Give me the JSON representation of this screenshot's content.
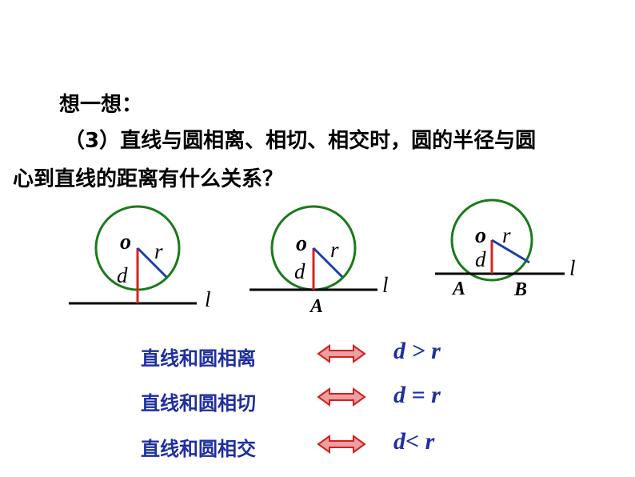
{
  "heading": "想一想：",
  "question_line1": "（3）直线与圆相离、相切、相交时，圆的半径与圆",
  "question_line2": "心到直线的距离有什么关系？",
  "figures": {
    "center_label": "o",
    "radius_label": "r",
    "distance_label": "d",
    "line_label": "l",
    "tangent_point": "A",
    "intersect_points": [
      "A",
      "B"
    ]
  },
  "relations": [
    {
      "text": "直线和圆相离",
      "symbol": "d > r"
    },
    {
      "text": "直线和圆相切",
      "symbol": "d = r"
    },
    {
      "text": "直线和圆相交",
      "symbol": "d< r"
    }
  ],
  "colors": {
    "circle": "#1a7a1a",
    "radius": "#1a3fae",
    "distance": "#e02020",
    "relation_text": "#1f2f9f",
    "arrow": "#d42020"
  }
}
